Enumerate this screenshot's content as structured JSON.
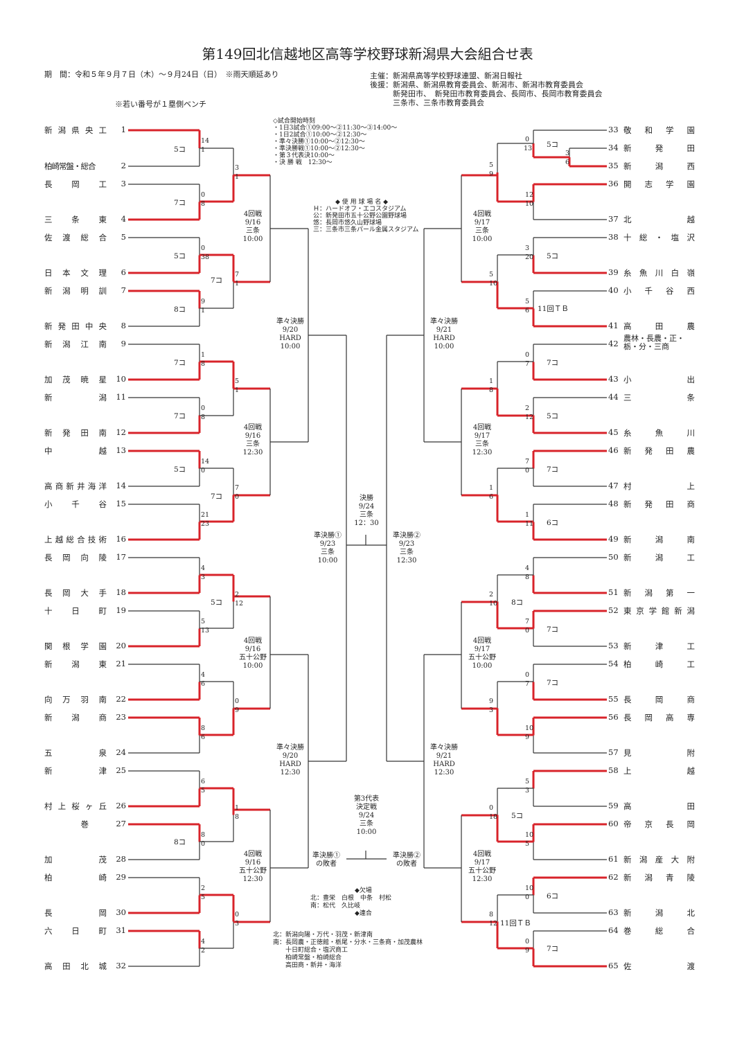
{
  "header": {
    "title": "第149回北信越地区高等学校野球新潟県大会組合せ表",
    "period": "期　間：令和５年９月７日（木）～９月24日（日）　※雨天順延あり",
    "bench_note": "※若い番号が１塁側ベンチ",
    "organizer": [
      "主催：新潟県高等学校野球連盟、新潟日報社",
      "後援：新潟県、新潟県教育委員会、新潟市、新潟市教育委員会",
      "　　　新発田市、　新発田市教育委員会、長岡市、長岡市教育委員会",
      "　　　三条市、三条市教育委員会"
    ]
  },
  "start_times": [
    "◇試合開始時刻",
    "・1日3試合①09:00～②11:30～③14:00～",
    "・1日2試合①10:00～②12:30～",
    "・準々決勝①10:00～②12:30～",
    "・準決勝戦①10:00～②12:30～",
    "・第３代表決10:00～",
    "・決 勝 戦　12:30～"
  ],
  "venues": [
    "◆ 使 用 球 場 名 ◆",
    "Ｈ：ハードオフ・エコスタジアム",
    "公：新発田市五十公野公園野球場",
    "悠：長岡市悠久山野球場",
    "三：三条市三条パール金属スタジアム"
  ],
  "absent": [
    "◆欠場",
    "北：豊栄　白根　中条　村松",
    "南：松代　久比岐",
    "◆連合"
  ],
  "joint": [
    "北：新潟向陽・万代・羽茂・新津南",
    "南：長岡農・正徳館・栃尾・分水・三条商・加茂農林",
    "　　十日町総合・塩沢商工",
    "　　柏崎常盤・柏崎総合",
    "　　高田商・新井・海洋"
  ],
  "left_teams": [
    {
      "no": "1",
      "name": "新潟県央工"
    },
    {
      "no": "2",
      "name": "柏崎常盤・総合"
    },
    {
      "no": "3",
      "name": "長岡工"
    },
    {
      "no": "4",
      "name": "三条東"
    },
    {
      "no": "5",
      "name": "佐渡総合"
    },
    {
      "no": "6",
      "name": "日本文理"
    },
    {
      "no": "7",
      "name": "新潟明訓"
    },
    {
      "no": "8",
      "name": "新発田中央"
    },
    {
      "no": "9",
      "name": "新潟江南"
    },
    {
      "no": "10",
      "name": "加茂暁星"
    },
    {
      "no": "11",
      "name": "新潟"
    },
    {
      "no": "12",
      "name": "新発田南"
    },
    {
      "no": "13",
      "name": "中越"
    },
    {
      "no": "14",
      "name": "高商新井海洋"
    },
    {
      "no": "15",
      "name": "小千谷"
    },
    {
      "no": "16",
      "name": "上越総合技術"
    },
    {
      "no": "17",
      "name": "長岡向陵"
    },
    {
      "no": "18",
      "name": "長岡大手"
    },
    {
      "no": "19",
      "name": "十日町"
    },
    {
      "no": "20",
      "name": "関根学園"
    },
    {
      "no": "21",
      "name": "新潟東"
    },
    {
      "no": "22",
      "name": "向万羽南"
    },
    {
      "no": "23",
      "name": "新潟商"
    },
    {
      "no": "24",
      "name": "五泉"
    },
    {
      "no": "25",
      "name": "新津"
    },
    {
      "no": "26",
      "name": "村上桜ヶ丘"
    },
    {
      "no": "27",
      "name": "巻"
    },
    {
      "no": "28",
      "name": "加茂"
    },
    {
      "no": "29",
      "name": "柏崎"
    },
    {
      "no": "30",
      "name": "長岡"
    },
    {
      "no": "31",
      "name": "六日町"
    },
    {
      "no": "32",
      "name": "高田北城"
    }
  ],
  "right_teams": [
    {
      "no": "33",
      "name": "敬和学園"
    },
    {
      "no": "34",
      "name": "新発田"
    },
    {
      "no": "35",
      "name": "新潟西"
    },
    {
      "no": "36",
      "name": "開志学園"
    },
    {
      "no": "37",
      "name": "北越"
    },
    {
      "no": "38",
      "name": "十総・塩沢"
    },
    {
      "no": "39",
      "name": "糸魚川白嶺"
    },
    {
      "no": "40",
      "name": "小千谷西"
    },
    {
      "no": "41",
      "name": "高田農"
    },
    {
      "no": "42",
      "name": "農林・長農・正・栃・分・三商"
    },
    {
      "no": "43",
      "name": "小出"
    },
    {
      "no": "44",
      "name": "三条"
    },
    {
      "no": "45",
      "name": "糸魚川"
    },
    {
      "no": "46",
      "name": "新発田農"
    },
    {
      "no": "47",
      "name": "村上"
    },
    {
      "no": "48",
      "name": "新発田商"
    },
    {
      "no": "49",
      "name": "新潟南"
    },
    {
      "no": "50",
      "name": "新潟工"
    },
    {
      "no": "51",
      "name": "新潟第一"
    },
    {
      "no": "52",
      "name": "東京学館新潟"
    },
    {
      "no": "53",
      "name": "新津工"
    },
    {
      "no": "54",
      "name": "柏崎工"
    },
    {
      "no": "55",
      "name": "長岡商"
    },
    {
      "no": "56",
      "name": "長岡高専"
    },
    {
      "no": "57",
      "name": "見附"
    },
    {
      "no": "58",
      "name": "上越"
    },
    {
      "no": "59",
      "name": "高田"
    },
    {
      "no": "60",
      "name": "帝京長岡"
    },
    {
      "no": "61",
      "name": "新潟産大附"
    },
    {
      "no": "62",
      "name": "新潟青陵"
    },
    {
      "no": "63",
      "name": "新潟北"
    },
    {
      "no": "64",
      "name": "巻総合"
    },
    {
      "no": "65",
      "name": "佐渡"
    }
  ],
  "rounds": {
    "r4_l1": [
      "4回戦",
      "9/16",
      "三条",
      "10:00"
    ],
    "r4_l2": [
      "4回戦",
      "9/16",
      "三条",
      "12:30"
    ],
    "r4_l3": [
      "4回戦",
      "9/16",
      "五十公野",
      "10:00"
    ],
    "r4_l4": [
      "4回戦",
      "9/16",
      "五十公野",
      "12:30"
    ],
    "r4_r1": [
      "4回戦",
      "9/17",
      "三条",
      "10:00"
    ],
    "r4_r2": [
      "4回戦",
      "9/17",
      "三条",
      "12:30"
    ],
    "r4_r3": [
      "4回戦",
      "9/17",
      "五十公野",
      "10:00"
    ],
    "r4_r4": [
      "4回戦",
      "9/17",
      "五十公野",
      "12:30"
    ],
    "qf_l1": [
      "準々決勝",
      "9/20",
      "HARD",
      "10:00"
    ],
    "qf_l2": [
      "準々決勝",
      "9/20",
      "HARD",
      "12:30"
    ],
    "qf_r1": [
      "準々決勝",
      "9/21",
      "HARD",
      "10:00"
    ],
    "qf_r2": [
      "準々決勝",
      "9/21",
      "HARD",
      "12:30"
    ],
    "sf_l": [
      "準決勝①",
      "9/23",
      "三条",
      "10:00"
    ],
    "sf_r": [
      "準決勝②",
      "9/23",
      "三条",
      "12:30"
    ],
    "final": [
      "決勝",
      "9/24",
      "三条",
      "12：30"
    ],
    "third": [
      "第3代表",
      "",
      "決定戦",
      "",
      "9/24",
      "三条",
      "10:00"
    ],
    "third_l": [
      "準決勝①",
      "の敗者"
    ],
    "third_r": [
      "準決勝②",
      "の敗者"
    ]
  },
  "colors": {
    "win": "#d8232a",
    "line": "#333333"
  }
}
